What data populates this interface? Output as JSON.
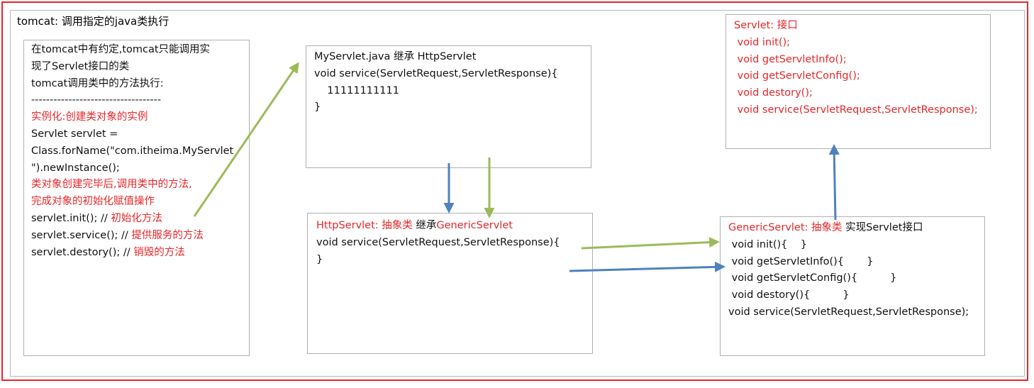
{
  "title": "tomcat: 调用指定的java类执行",
  "colors": {
    "frame": "#e8262a",
    "red_text": "#e8262a",
    "blue_arrow": "#4f81bd",
    "green_arrow": "#9bbb59"
  },
  "tomcat_box": {
    "lines": [
      "在tomcat中有约定,tomcat只能调用实",
      "现了Servlet接口的类",
      "tomcat调用类中的方法执行:",
      "-----------------------------------",
      "实例化:创建类对象的实例",
      "Servlet servlet =",
      "Class.forName(\"com.itheima.MyServlet",
      "\").newInstance();",
      "类对象创建完毕后,调用类中的方法,",
      "完成对象的初始化赋值操作"
    ],
    "init_code": "servlet.init(); // ",
    "init_comment": "初始化方法",
    "service_code": "servlet.service(); // ",
    "service_comment": "提供服务的方法",
    "destroy_code": "servlet.destory(); // ",
    "destroy_comment": "销毁的方法"
  },
  "myservlet_box": {
    "lines": [
      "MyServlet.java 继承 HttpServlet",
      "void service(ServletRequest,ServletResponse){",
      "    11111111111",
      "}"
    ]
  },
  "httpservlet_box": {
    "header_red": "HttpServlet: 抽象类 ",
    "header_black": "继承",
    "header_red2": "GenericServlet",
    "lines": [
      "void service(ServletRequest,ServletResponse){",
      "",
      "}"
    ]
  },
  "servlet_box": {
    "lines": [
      "Servlet: 接口",
      " void init();",
      " void getServletInfo();",
      " void getServletConfig();",
      " void destory();",
      " void service(ServletRequest,ServletResponse);"
    ]
  },
  "generic_box": {
    "header_red": "GenericServlet: 抽象类 ",
    "header_black": "实现Servlet接口",
    "lines": [
      " void init(){    }",
      " void getServletInfo(){       }",
      " void getServletConfig(){          }",
      " void destory(){          }",
      "void service(ServletRequest,ServletResponse);"
    ]
  }
}
